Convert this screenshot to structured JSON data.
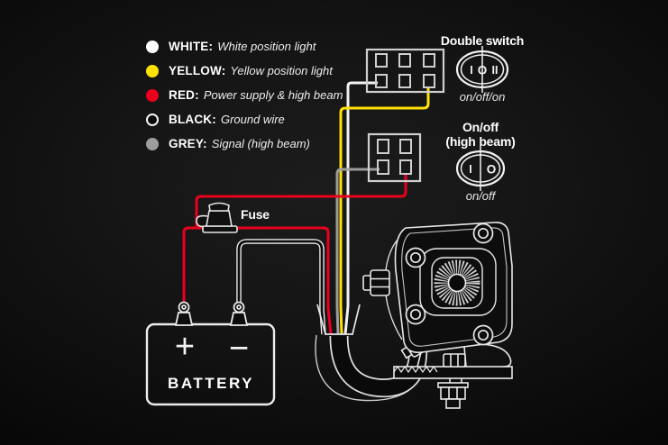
{
  "legend": {
    "items": [
      {
        "name": "white",
        "label": "WHITE:",
        "description": "White position light",
        "color": "#ffffff",
        "dot_style": "filled"
      },
      {
        "name": "yellow",
        "label": "YELLOW:",
        "description": "Yellow position light",
        "color": "#ffe104",
        "dot_style": "filled"
      },
      {
        "name": "red",
        "label": "RED:",
        "description": "Power supply & high beam",
        "color": "#e8001c",
        "dot_style": "filled"
      },
      {
        "name": "black",
        "label": "BLACK:",
        "description": "Ground wire",
        "color": "#0a0a0a",
        "dot_style": "outlined"
      },
      {
        "name": "grey",
        "label": "GREY:",
        "description": "Signal (high beam)",
        "color": "#9d9d9d",
        "dot_style": "filled"
      }
    ]
  },
  "switches": {
    "double_switch": {
      "title": "Double switch",
      "marking_left": "I",
      "marking_middle": "O",
      "marking_right": "II",
      "mode_label": "on/off/on"
    },
    "high_beam_switch": {
      "title_line1": "On/off",
      "title_line2": "(high beam)",
      "marking_left": "I",
      "marking_right": "O",
      "mode_label": "on/off"
    }
  },
  "fuse": {
    "label": "Fuse"
  },
  "battery": {
    "label": "BATTERY",
    "positive_symbol": "+",
    "negative_symbol": "−"
  },
  "wire_colors": {
    "white": "#f2f2f2",
    "yellow": "#ffe104",
    "red": "#e8001c",
    "black": "#0c0c0c",
    "grey": "#9d9d9d"
  }
}
